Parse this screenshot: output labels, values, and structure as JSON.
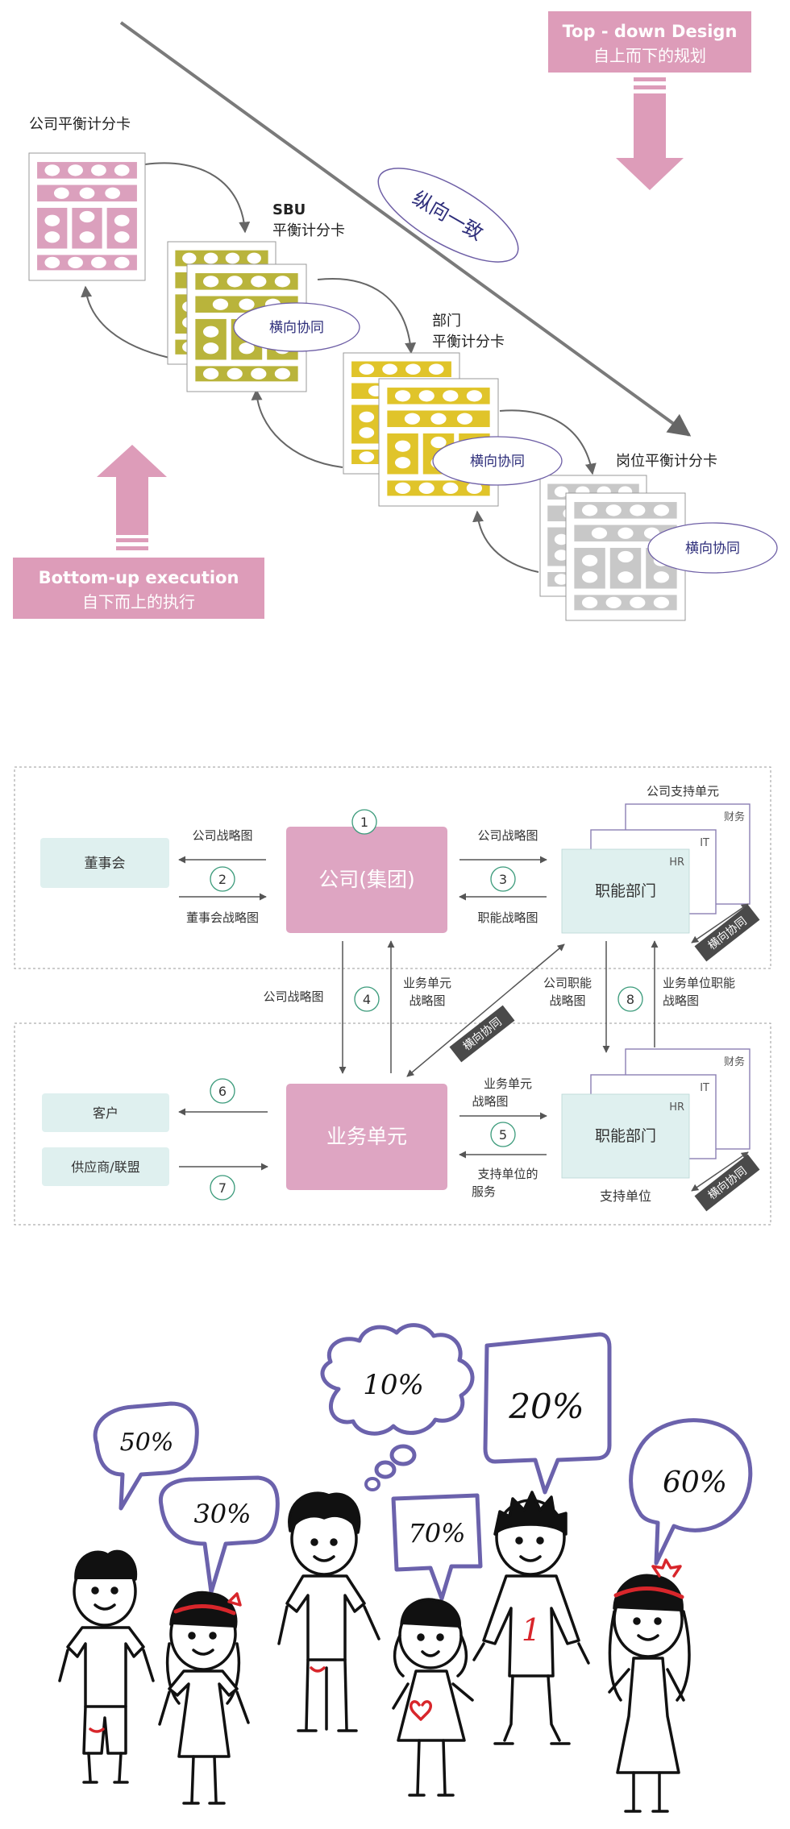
{
  "panel1": {
    "top_down": {
      "line1": "Top - down Design",
      "line2": "自上而下的规划"
    },
    "bottom_up": {
      "line1": "Bottom-up execution",
      "line2": "自下而上的执行"
    },
    "vertical_alignment": "纵向一致",
    "cards": {
      "company": "公司平衡计分卡",
      "sbu_line1": "SBU",
      "sbu_line2": "平衡计分卡",
      "dept_line1": "部门",
      "dept_line2": "平衡计分卡",
      "position": "岗位平衡计分卡"
    },
    "horizontal_synergy": "横向协同",
    "colors": {
      "pink": "#dba0bd",
      "olive": "#b9b43b",
      "yellow": "#e0c42a",
      "gray": "#c8c8c8",
      "accent_pink": "#dd9cb9",
      "ellipse_stroke": "#6e5fa6",
      "ellipse_text": "#2d2d7a"
    }
  },
  "panel2": {
    "board": "董事会",
    "company": "公司(集团)",
    "functional_dept": "职能部门",
    "business_unit": "业务单元",
    "customer": "客户",
    "supplier": "供应商/联盟",
    "company_support_unit": "公司支持单元",
    "finance": "财务",
    "it": "IT",
    "hr": "HR",
    "support_unit": "支持单位",
    "horizontal_synergy": "横向协同",
    "labels": {
      "company_strategy_map": "公司战略图",
      "board_strategy_map": "董事会战略图",
      "function_strategy_map": "职能战略图",
      "bu_strategy_map_line1": "业务单元",
      "bu_strategy_map_line2": "战略图",
      "company_function_line1": "公司职能",
      "company_function_line2": "战略图",
      "bu_function_line1": "业务单位职能",
      "bu_function_line2": "战略图",
      "support_service_line1": "支持单位的",
      "support_service_line2": "服务"
    },
    "numbers": [
      "1",
      "2",
      "3",
      "4",
      "5",
      "6",
      "7",
      "8"
    ],
    "colors": {
      "pink_box": "#dea5c2",
      "teal_box": "#dff0ef",
      "number_circle": "#3a9a7a",
      "dark_tag": "#4a4a4a"
    }
  },
  "panel3": {
    "bubbles": [
      "50%",
      "30%",
      "10%",
      "70%",
      "20%",
      "60%"
    ],
    "shirt_number": "1",
    "colors": {
      "bubble_stroke": "#6b62ac",
      "red": "#d8262b"
    }
  }
}
